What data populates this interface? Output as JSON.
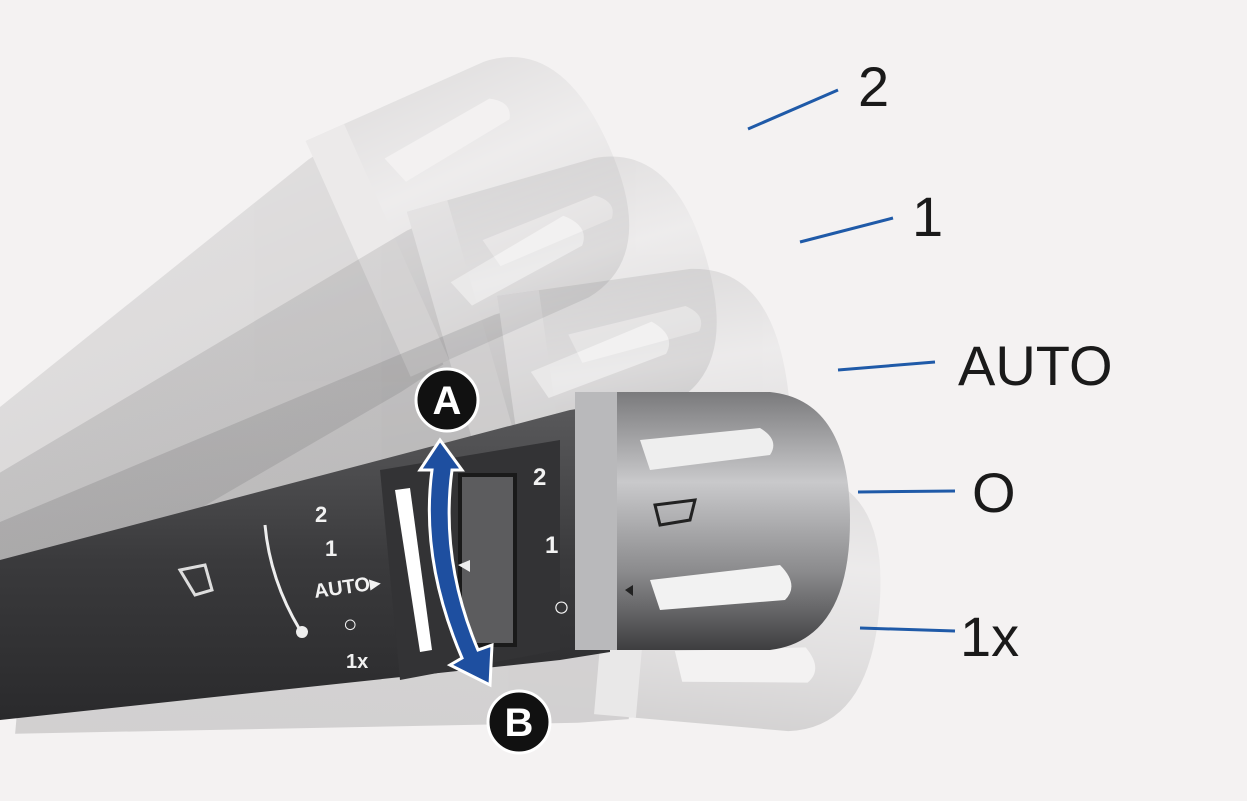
{
  "title": "Wiper control lever",
  "positions": [
    "2",
    "1",
    "AUTO",
    "O",
    "1x"
  ],
  "badges": {
    "a": "A",
    "b": "B"
  },
  "ring_left_labels": [
    "2",
    "1",
    "AUTO▸",
    "○",
    "1x"
  ],
  "ring_right_labels": [
    "2",
    "1",
    "○"
  ],
  "colors": {
    "callout_line": "#1f5aa8",
    "arrow": "#1e4fa0",
    "stalk": "#3a3a3c",
    "background": "#f4f2f2"
  }
}
